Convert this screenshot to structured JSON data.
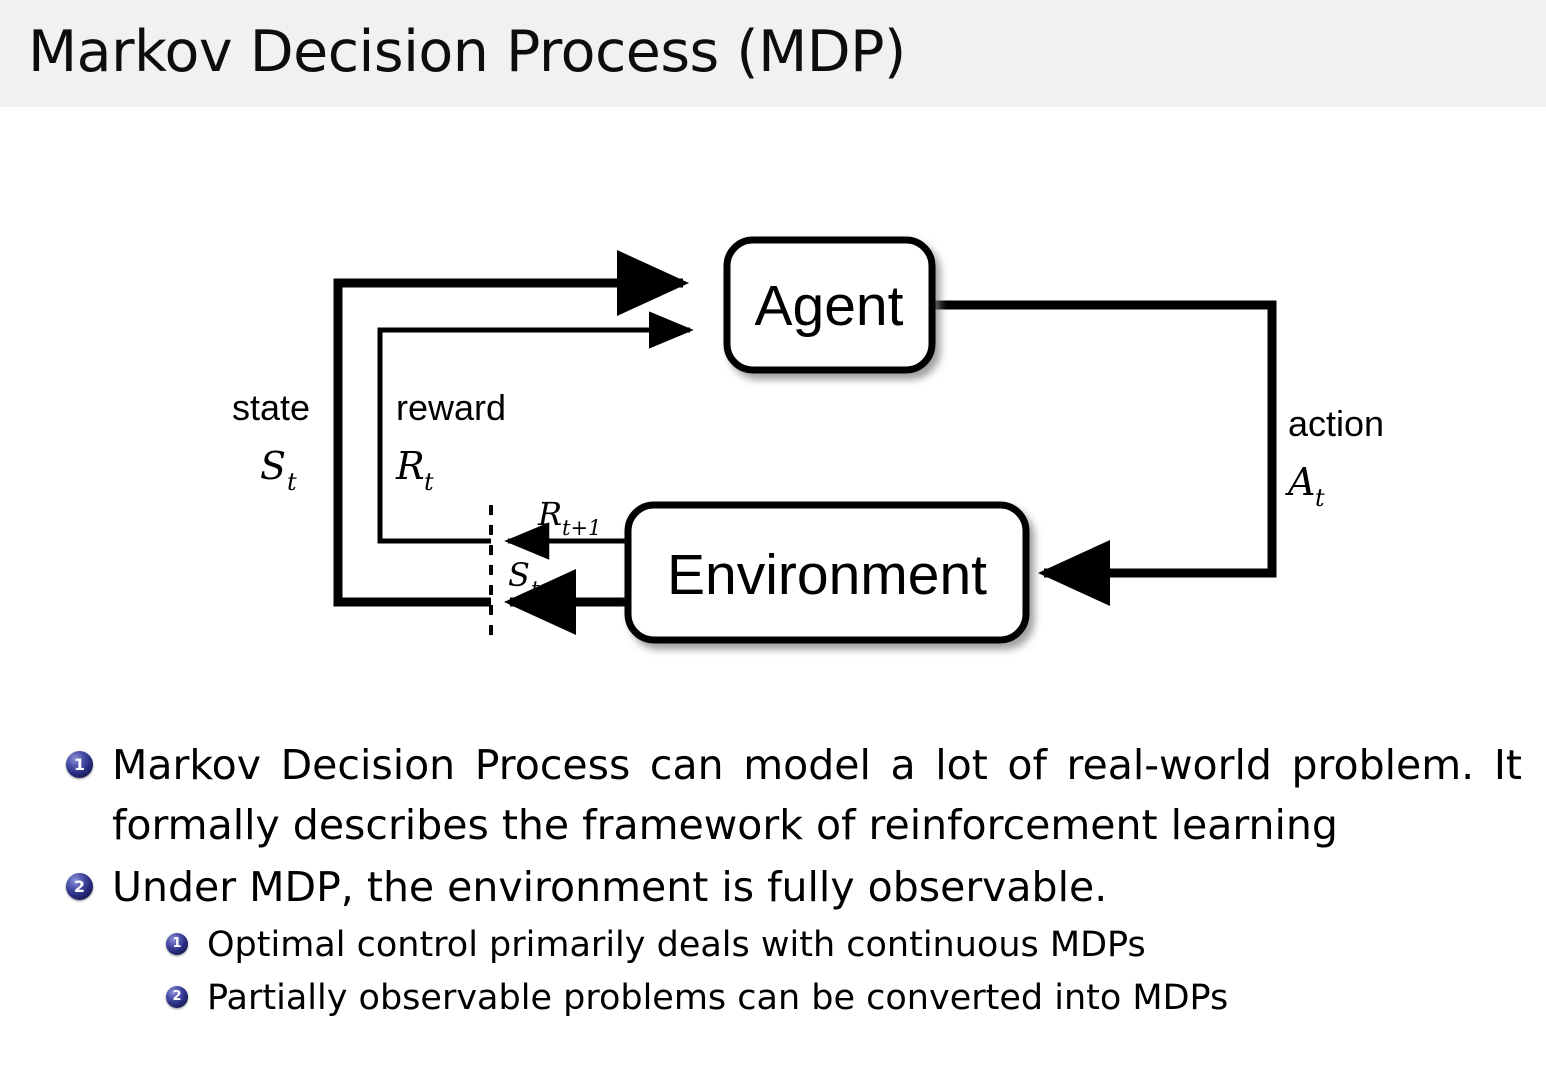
{
  "slide": {
    "title": "Markov Decision Process (MDP)",
    "title_bar_color": "#f1f1f1",
    "background_color": "#ffffff"
  },
  "diagram": {
    "name": "agent-environment-interaction-loop",
    "nodes": [
      {
        "id": "agent",
        "label": "Agent"
      },
      {
        "id": "environment",
        "label": "Environment"
      }
    ],
    "edges": [
      {
        "id": "state",
        "word": "state",
        "symbol": "S",
        "subscript": "t"
      },
      {
        "id": "reward",
        "word": "reward",
        "symbol": "R",
        "subscript": "t"
      },
      {
        "id": "action",
        "word": "action",
        "symbol": "A",
        "subscript": "t"
      },
      {
        "id": "next-reward",
        "word": "",
        "symbol": "R",
        "subscript": "t+1"
      },
      {
        "id": "next-state",
        "word": "",
        "symbol": "S",
        "subscript": "t+1"
      }
    ],
    "line_color": "#000000",
    "node_fill": "#ffffff"
  },
  "bullets": {
    "marker_color": "#272c7f",
    "items": [
      {
        "number": "1",
        "level": 1,
        "lines": [
          "Markov Decision Process can model a lot of real-world problem. It",
          "formally describes the framework of reinforcement learning"
        ]
      },
      {
        "number": "2",
        "level": 1,
        "lines": [
          "Under MDP, the environment is fully observable."
        ]
      },
      {
        "number": "1",
        "level": 2,
        "lines": [
          "Optimal control primarily deals with continuous MDPs"
        ]
      },
      {
        "number": "2",
        "level": 2,
        "lines": [
          "Partially observable problems can be converted into MDPs"
        ]
      }
    ]
  }
}
